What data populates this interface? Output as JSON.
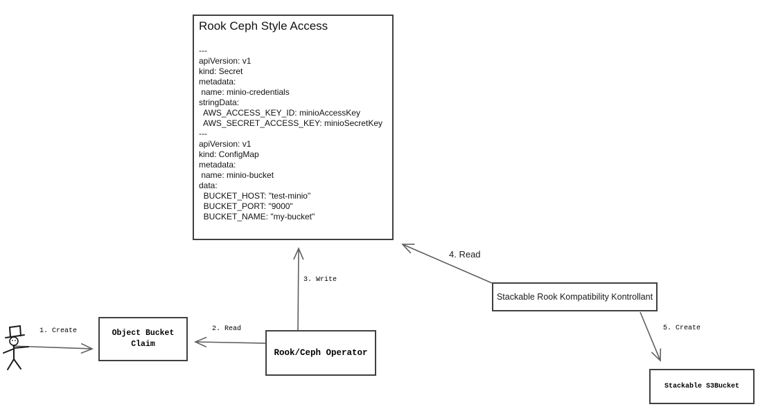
{
  "rook_box": {
    "title": "Rook Ceph Style Access",
    "yaml": "---\napiVersion: v1\nkind: Secret\nmetadata:\n name: minio-credentials\nstringData:\n  AWS_ACCESS_KEY_ID: minioAccessKey\n  AWS_SECRET_ACCESS_KEY: minioSecretKey\n---\napiVersion: v1\nkind: ConfigMap\nmetadata:\n name: minio-bucket\ndata:\n  BUCKET_HOST: \"test-minio\"\n  BUCKET_PORT: \"9000\"\n  BUCKET_NAME: \"my-bucket\""
  },
  "nodes": {
    "object_bucket_claim": "Object Bucket\nClaim",
    "rook_ceph_operator": "Rook/Ceph Operator",
    "kontrollant": "Stackable Rook Kompatibility Kontrollant",
    "s3bucket": "Stackable S3Bucket"
  },
  "edges": [
    {
      "label": "1. Create",
      "from": "user",
      "to": "object_bucket_claim"
    },
    {
      "label": "2. Read",
      "from": "rook_ceph_operator",
      "to": "object_bucket_claim"
    },
    {
      "label": "3. Write",
      "from": "rook_ceph_operator",
      "to": "rook_ceph_style_access"
    },
    {
      "label": "4. Read",
      "from": "stackable_rook_kompatibility_kontrollant",
      "to": "rook_ceph_style_access"
    },
    {
      "label": "5. Create",
      "from": "stackable_rook_kompatibility_kontrollant",
      "to": "stackable_s3bucket"
    }
  ],
  "colors": {
    "background": "#ffffff",
    "box_border": "#3f3f3f",
    "arrow": "#5e5e5e",
    "text": "#000000"
  }
}
